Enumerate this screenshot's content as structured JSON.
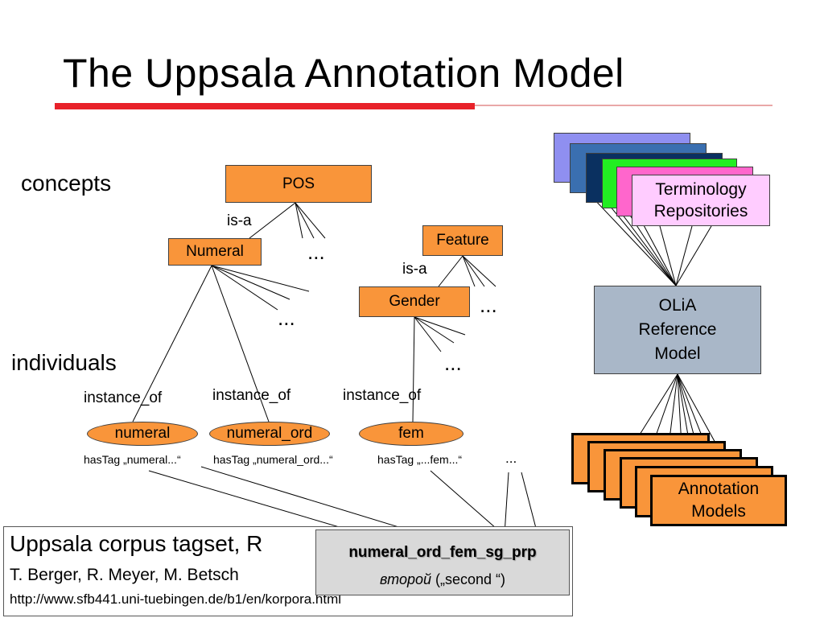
{
  "title": "The Uppsala Annotation Model",
  "levels": {
    "concepts": "concepts",
    "individuals": "individuals"
  },
  "concepts": {
    "pos": "POS",
    "numeral": "Numeral",
    "feature": "Feature",
    "gender": "Gender"
  },
  "relations": {
    "is_a_1": "is-a",
    "is_a_2": "is-a",
    "instance_of_1": "instance_of",
    "instance_of_2": "instance_of",
    "instance_of_3": "instance_of"
  },
  "ellipsis": "...",
  "individuals": {
    "numeral": "numeral",
    "numeral_ord": "numeral_ord",
    "fem": "fem"
  },
  "has_tags": {
    "numeral": "hasTag „numeral...“",
    "numeral_ord": "hasTag „numeral_ord...“",
    "fem": "hasTag „...fem...“"
  },
  "olia": {
    "line1": "OLiA",
    "line2": "Reference",
    "line3": "Model"
  },
  "terminology": {
    "line1": "Terminology",
    "line2": "Repositories"
  },
  "annotation_models": {
    "line1": "Annotation",
    "line2": "Models"
  },
  "citation": {
    "line1": "Uppsala corpus tagset, R",
    "line2": "T. Berger, R. Meyer, M. Betsch",
    "url": "http://www.sfb441.uni-tuebingen.de/b1/en/korpora.html"
  },
  "tag_example": {
    "tag": "numeral_ord_fem_sg_prp",
    "word": "второй",
    "gloss": " („second “)"
  },
  "colors": {
    "accent_red": "#e8222a",
    "orange": "#f9953a",
    "olia_gray": "#a9b7c8",
    "term_colors": [
      "#8f8ff0",
      "#3a6fb0",
      "#0a3060",
      "#22ee22",
      "#ff66cc",
      "#ffccff"
    ]
  }
}
